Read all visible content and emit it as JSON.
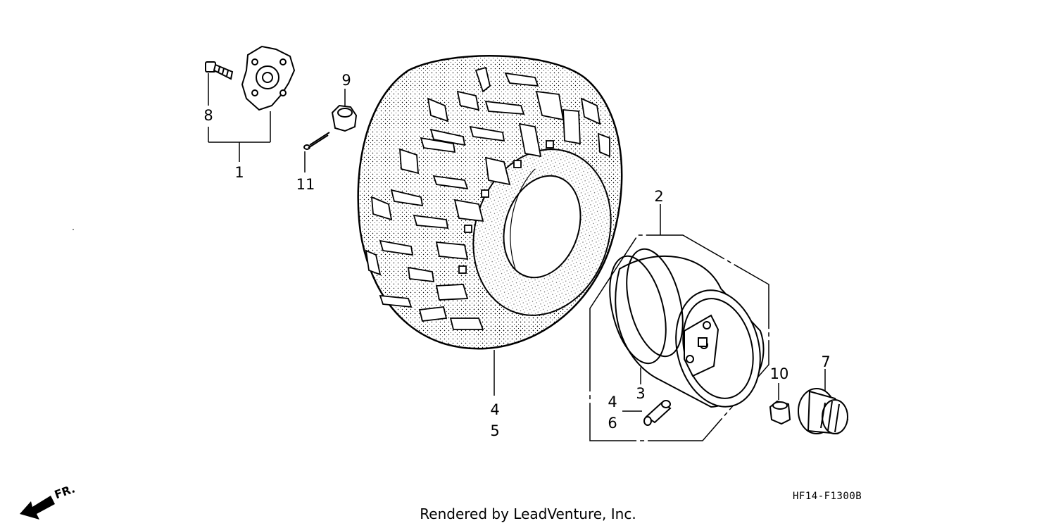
{
  "callouts": [
    {
      "id": "c1",
      "text": "1"
    },
    {
      "id": "c2",
      "text": "2"
    },
    {
      "id": "c3",
      "text": "3"
    },
    {
      "id": "c4a",
      "text": "4"
    },
    {
      "id": "c4b",
      "text": "4"
    },
    {
      "id": "c5",
      "text": "5"
    },
    {
      "id": "c6",
      "text": "6"
    },
    {
      "id": "c7",
      "text": "7"
    },
    {
      "id": "c8",
      "text": "8"
    },
    {
      "id": "c9",
      "text": "9"
    },
    {
      "id": "c10",
      "text": "10"
    },
    {
      "id": "c11",
      "text": "11"
    }
  ],
  "diagram_code": "HF14-F1300B",
  "credit": "Rendered by LeadVenture, Inc.",
  "direction_label": "FR."
}
